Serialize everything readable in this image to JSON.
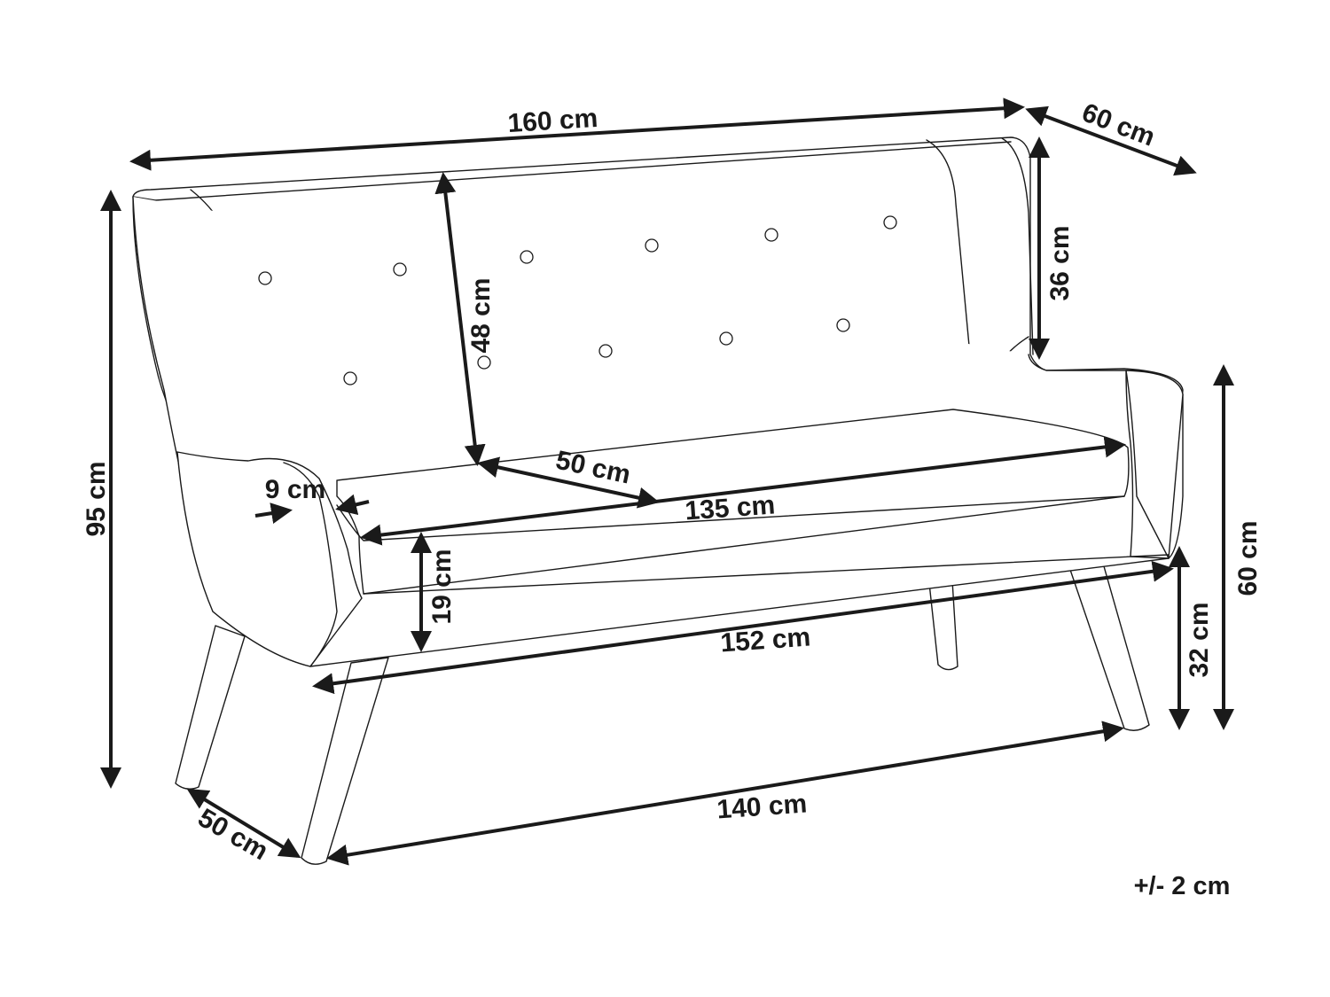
{
  "dimensions": {
    "overall_width": "160 cm",
    "overall_depth": "60 cm",
    "backrest_height": "36 cm",
    "back_cushion_height": "48 cm",
    "overall_height": "95 cm",
    "seat_depth": "50 cm",
    "armrest_width": "9 cm",
    "seat_width": "135 cm",
    "seat_cushion_height": "19 cm",
    "arm_height": "60 cm",
    "seat_height": "32 cm",
    "base_width": "152 cm",
    "legs_width": "140 cm",
    "legs_depth": "50 cm"
  },
  "tolerance": "+/- 2 cm",
  "colors": {
    "line": "#1a1a1a",
    "background": "#ffffff"
  }
}
